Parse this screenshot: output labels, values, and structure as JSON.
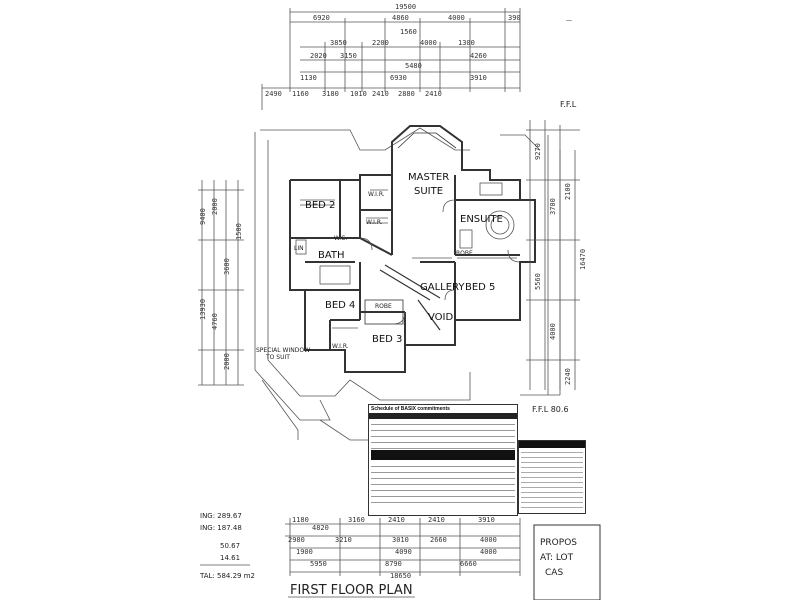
{
  "plan": {
    "title": "FIRST FLOOR PLAN",
    "proposal_line1": "PROPOS",
    "proposal_line2": "AT: LOT",
    "proposal_line3": "CAS",
    "ffl_top": "F.F.L",
    "ffl_right": "F.F.L 80.6",
    "area_labels": {
      "a1": "ING: 289.67",
      "a2": "ING: 187.48",
      "a3": "50.67",
      "a4": "14.61",
      "a5": "TAL: 584.29 m2"
    },
    "notes_title": "Schedule of BASIX commitments",
    "special_window": "SPECIAL WINDOW",
    "special_window2": "TO SUIT"
  },
  "rooms": {
    "master": "MASTER",
    "suite": "SUITE",
    "bed2": "BED 2",
    "bed3": "BED 3",
    "bed4": "BED 4",
    "bed5": "BED 5",
    "ensuite": "ENSUITE",
    "bath": "BATH",
    "gallery": "GALLERY",
    "void": "VOID",
    "wir1": "W.I.R.",
    "wir2": "W.I.R.",
    "wir3": "W.I.R.",
    "robe1": "ROBE",
    "robe2": "ROBE",
    "wc": "W.C.",
    "lin": "LIN"
  },
  "dims_top": {
    "overall": "19500",
    "r1": [
      "6920",
      "4860",
      "4000",
      "390"
    ],
    "r2": [
      "3850",
      "2200",
      "4000",
      "1560",
      "1300"
    ],
    "r3": [
      "2020",
      "3150",
      "5480",
      "4260"
    ],
    "r4": [
      "1130",
      "6930",
      "3910"
    ],
    "r5": [
      "2490",
      "1160",
      "3180",
      "1010",
      "2410",
      "2880",
      "2410"
    ]
  },
  "dims_bottom": {
    "r1": [
      "1180",
      "4820",
      "3160",
      "2410",
      "2410",
      "3910"
    ],
    "r2": [
      "2980",
      "3210",
      "3010",
      "2660",
      "4000"
    ],
    "r3": [
      "1900",
      "4090",
      "6660"
    ],
    "r4": [
      "5950",
      "8790",
      "4000"
    ],
    "overall": "18650"
  },
  "dims_left": [
    "9400",
    "2000",
    "3600",
    "13930",
    "4760",
    "2000",
    "1500"
  ],
  "dims_right": [
    "9270",
    "3700",
    "2100",
    "5560",
    "16470",
    "4000",
    "2240"
  ]
}
